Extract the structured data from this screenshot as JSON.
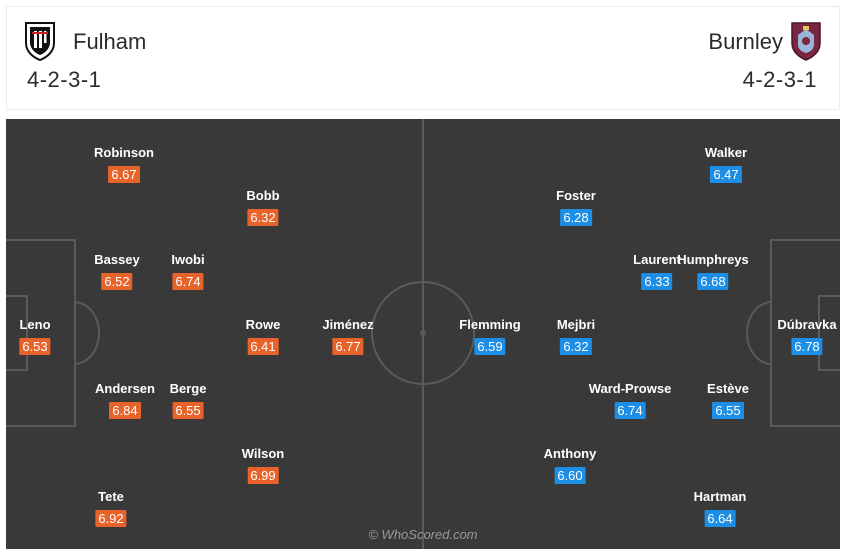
{
  "home": {
    "name": "Fulham",
    "formation": "4-2-3-1",
    "crest": "fulham-crest-icon",
    "color": "#e8632a",
    "players": [
      {
        "name": "Leno",
        "rating": "6.53"
      },
      {
        "name": "Tete",
        "rating": "6.92"
      },
      {
        "name": "Andersen",
        "rating": "6.84"
      },
      {
        "name": "Bassey",
        "rating": "6.52"
      },
      {
        "name": "Robinson",
        "rating": "6.67"
      },
      {
        "name": "Berge",
        "rating": "6.55"
      },
      {
        "name": "Iwobi",
        "rating": "6.74"
      },
      {
        "name": "Wilson",
        "rating": "6.99"
      },
      {
        "name": "Rowe",
        "rating": "6.41"
      },
      {
        "name": "Bobb",
        "rating": "6.32"
      },
      {
        "name": "Jiménez",
        "rating": "6.77"
      }
    ]
  },
  "away": {
    "name": "Burnley",
    "formation": "4-2-3-1",
    "crest": "burnley-crest-icon",
    "color": "#1c8ee5",
    "players": [
      {
        "name": "Dúbravka",
        "rating": "6.78"
      },
      {
        "name": "Walker",
        "rating": "6.47"
      },
      {
        "name": "Humphreys",
        "rating": "6.68"
      },
      {
        "name": "Estève",
        "rating": "6.55"
      },
      {
        "name": "Hartman",
        "rating": "6.64"
      },
      {
        "name": "Laurent",
        "rating": "6.33"
      },
      {
        "name": "Ward-Prowse",
        "rating": "6.74"
      },
      {
        "name": "Foster",
        "rating": "6.28"
      },
      {
        "name": "Mejbri",
        "rating": "6.32"
      },
      {
        "name": "Anthony",
        "rating": "6.60"
      },
      {
        "name": "Flemming",
        "rating": "6.59"
      }
    ]
  },
  "watermark": "© WhoScored.com",
  "pitch_color": "#393939"
}
